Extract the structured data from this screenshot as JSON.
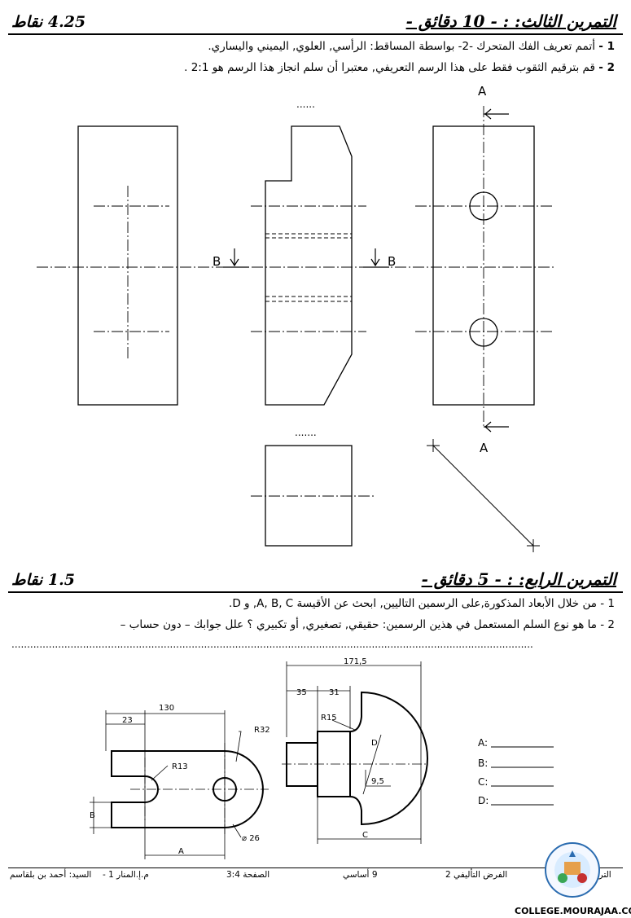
{
  "ex3": {
    "title": "التمرين الثالث: : - 10 دقائق -",
    "points": "4.25 نقاط",
    "q1_num": "1 -",
    "q1": "أتمم تعريف الفك المتحرك -2- بواسطة المساقط: الرأسي, العلوي, اليميني واليساري.",
    "q2_num": "2 -",
    "q2": "قم بترقيم الثقوب فقط على هذا الرسم التعريفي, معتبرا أن سلم انجاز هذا الرسم هو  2:1 .",
    "dots_top": "......",
    "dots_bottom": ".......",
    "label_a": "A",
    "label_b": "B"
  },
  "ex4": {
    "title": "التمرين الرابع: : - 5 دقائق -",
    "points": "1.5 نقاط",
    "q1": "1 - من خلال الأبعاد المذكورة,على الرسمين التاليين, ابحث عن الأقيسة A, B, C, و D.",
    "q2": "2 - ما هو نوع السلم المستعمل في هذين الرسمين: حقيقي, تصغيري, أو تكبيري ؟ علل جوابك – دون حساب –",
    "dots": "........................................................................................................................................................................"
  },
  "drawing1": {
    "dim_130": "130",
    "dim_23": "23",
    "r32": "R32",
    "r13": "R13",
    "b": "B",
    "a": "A",
    "d26": "⌀ 26"
  },
  "drawing2": {
    "dim_171": "171,5",
    "dim_35": "35",
    "dim_31": "31",
    "r15": "R15",
    "d": "D",
    "dim_95": "9,5",
    "c": "C"
  },
  "answers": {
    "a": "A:",
    "b": "B:",
    "c": "C:",
    "d": "D:"
  },
  "footer": {
    "subject": "التربية التكنولوجية",
    "exam": "الفرض التأليفي 2",
    "level": "9 أساسي",
    "page": "الصفحة 3:4",
    "school": "م.إ.المنار 1 -",
    "teacher": "السيد: أحمد بن بلقاسم"
  },
  "watermark": {
    "site": "COLLEGE.MOURAJAA.COM"
  }
}
